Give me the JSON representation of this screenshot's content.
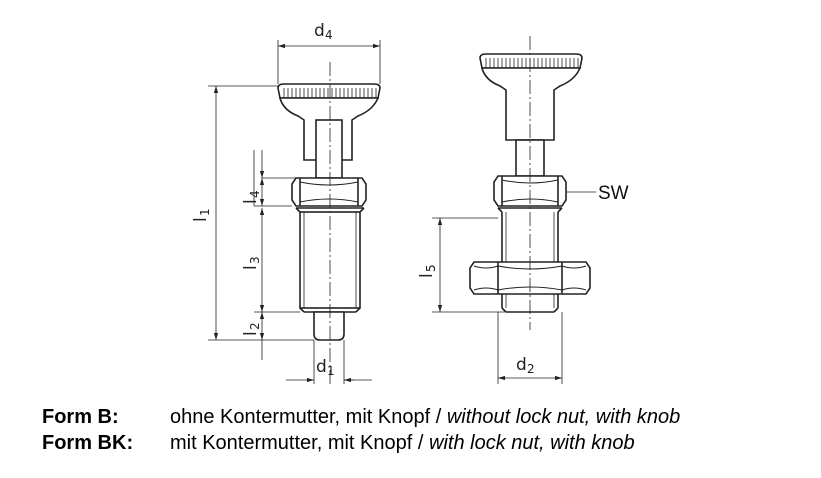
{
  "dimensions": {
    "d1": {
      "letter": "d",
      "sub": "1"
    },
    "d2": {
      "letter": "d",
      "sub": "2"
    },
    "d4": {
      "letter": "d",
      "sub": "4"
    },
    "l1": {
      "letter": "l",
      "sub": "1"
    },
    "l2": {
      "letter": "l",
      "sub": "2"
    },
    "l3": {
      "letter": "l",
      "sub": "3"
    },
    "l4": {
      "letter": "l",
      "sub": "4"
    },
    "l5": {
      "letter": "l",
      "sub": "5"
    }
  },
  "callouts": {
    "sw": "SW"
  },
  "legend": [
    {
      "label": "Form B:",
      "german": "ohne Kontermutter, mit Knopf",
      "separator": " / ",
      "english": "without lock nut, with knob"
    },
    {
      "label": "Form BK:",
      "german": "mit Kontermutter, mit Knopf",
      "separator": " / ",
      "english": "with lock nut, with knob"
    }
  ]
}
